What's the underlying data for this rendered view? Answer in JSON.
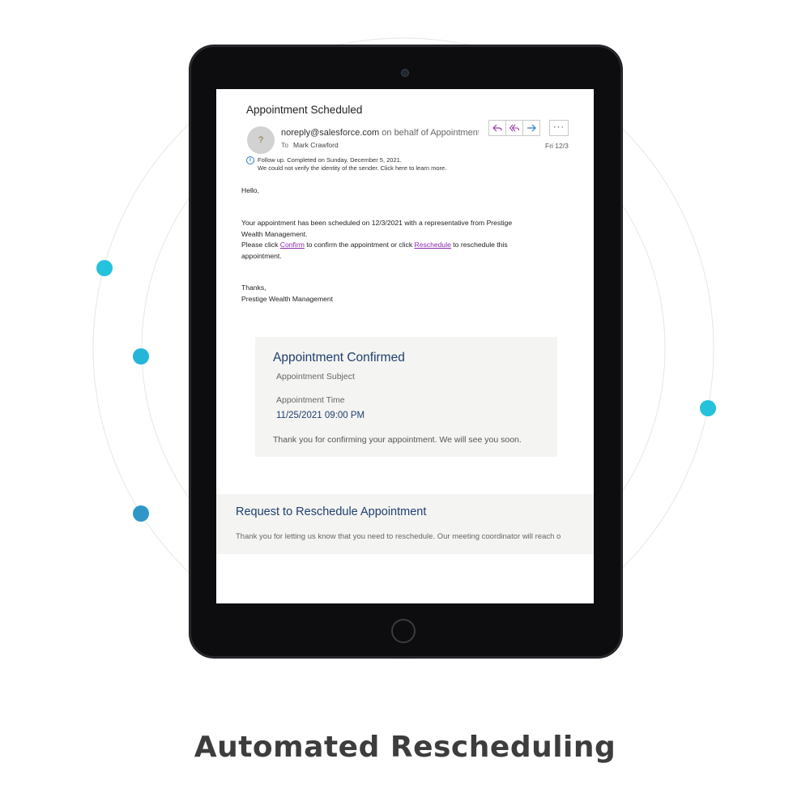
{
  "email": {
    "subject": "Appointment Scheduled",
    "avatar_initial": "?",
    "sender_email": "noreply@salesforce.com",
    "on_behalf": " on behalf of Appointments",
    "to_label": "To",
    "to_name": "Mark Crawford",
    "date": "Fri 12/3",
    "more_label": "···",
    "reply_icon": "reply-icon",
    "reply_all_icon": "reply-all-icon",
    "forward_icon": "forward-icon",
    "notice_line1": "Follow up.  Completed on Sunday, December 5, 2021.",
    "notice_line2": "We could not verify the identity of the sender. Click here to learn more.",
    "greeting": "Hello,",
    "para1_line1": "Your appointment has been scheduled on 12/3/2021 with a representative from Prestige",
    "para1_line2": "Wealth Management.",
    "para2_prefix": "Please click ",
    "confirm_link": "Confirm",
    "para2_middle": " to confirm the appointment or click ",
    "reschedule_link": "Reschedule",
    "para2_suffix": " to reschedule this",
    "para2_line2": "appointment.",
    "signoff": "Thanks,",
    "signature": "Prestige Wealth Management"
  },
  "confirmation": {
    "title": "Appointment Confirmed",
    "subject_label": "Appointment Subject",
    "time_label": "Appointment Time",
    "time_value": "11/25/2021 09:00 PM",
    "thanks": "Thank you for confirming your appointment. We will see you soon."
  },
  "reschedule": {
    "title": "Request to Reschedule Appointment",
    "text": "Thank you for letting us know that you need to reschedule. Our meeting coordinator will reach o"
  },
  "caption": "Automated Rescheduling",
  "colors": {
    "accent_cyan": "#24c2dc",
    "accent_blue": "#2f97c7",
    "link_purple": "#8d2bab",
    "heading_navy": "#1f3f6f"
  }
}
